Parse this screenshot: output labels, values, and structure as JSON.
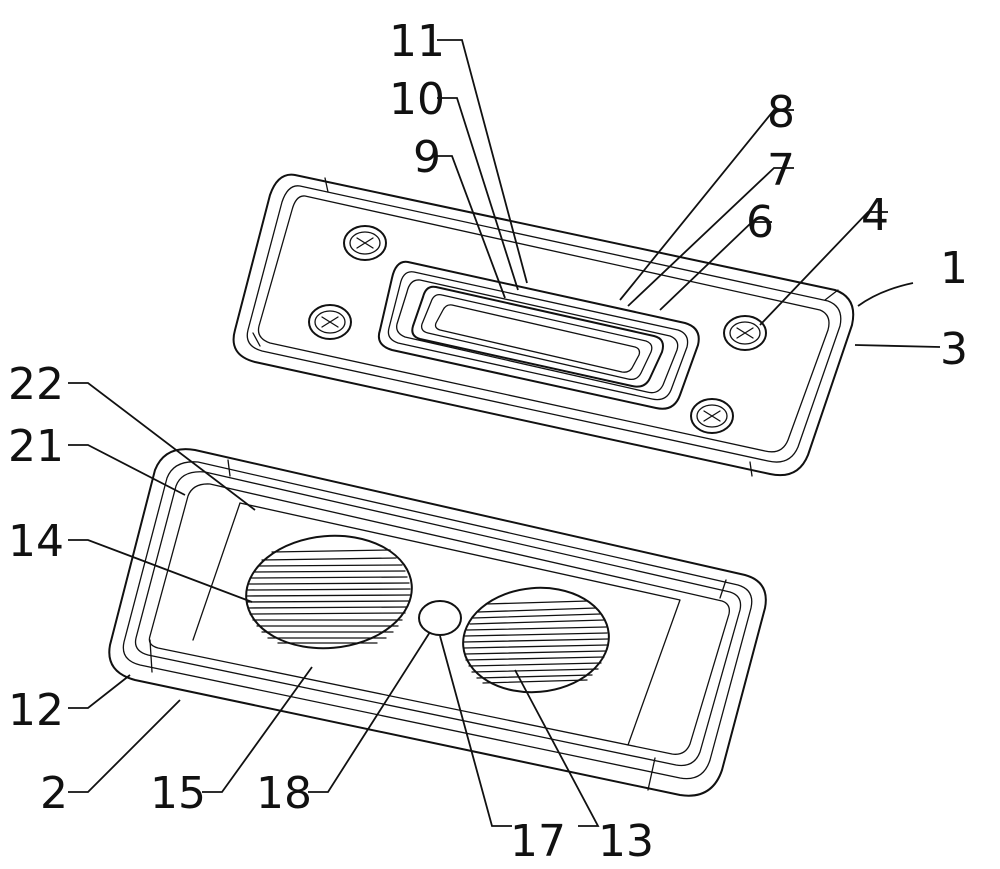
{
  "labels": {
    "l1": "1",
    "l2": "2",
    "l3": "3",
    "l4": "4",
    "l6": "6",
    "l7": "7",
    "l8": "8",
    "l9": "9",
    "l10": "10",
    "l11": "11",
    "l12": "12",
    "l13": "13",
    "l14": "14",
    "l15": "15",
    "l17": "17",
    "l18": "18",
    "l21": "21",
    "l22": "22"
  }
}
